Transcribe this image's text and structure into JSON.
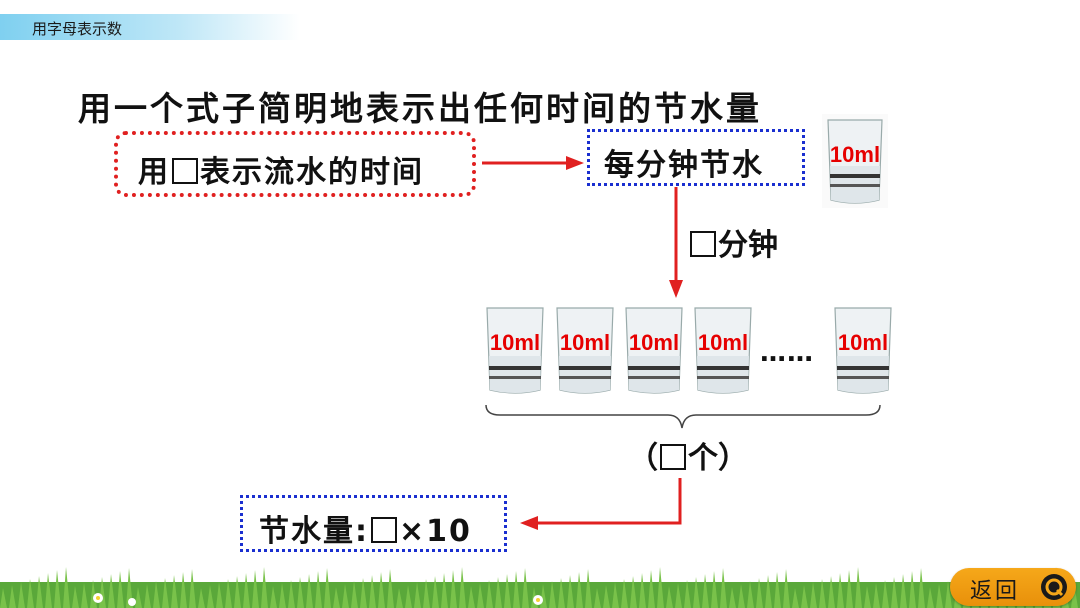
{
  "header": {
    "title": "用字母表示数"
  },
  "headline": "用一个式子简明地表示出任何时间的节水量",
  "time_box": {
    "prefix": "用",
    "suffix": "表示流水的时间"
  },
  "per_minute_box": {
    "text": "每分钟节水"
  },
  "single_glass": {
    "volume": "10ml"
  },
  "minutes_label": {
    "suffix": "分钟"
  },
  "glasses": {
    "volumes": [
      "10ml",
      "10ml",
      "10ml",
      "10ml",
      "10ml"
    ],
    "ellipsis": "……"
  },
  "count_label": {
    "open": "（",
    "suffix": "个）"
  },
  "result_box": {
    "prefix": "节水量:",
    "suffix": "×10"
  },
  "nav": {
    "back_label": "返回"
  },
  "colors": {
    "red": "#e02020",
    "blue": "#1a2fd0",
    "accent_orange": "#f6a81a"
  }
}
